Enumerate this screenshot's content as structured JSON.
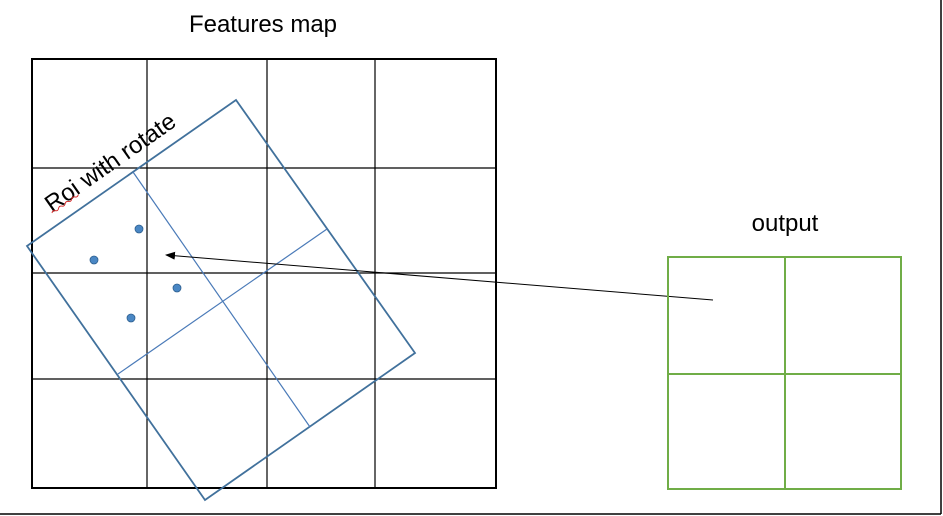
{
  "diagram": {
    "features_map": {
      "title": "Features map",
      "grid_rows": 4,
      "grid_cols": 4,
      "line_color": "#000000"
    },
    "roi": {
      "label": "Roi with rotate",
      "bins_rows": 2,
      "bins_cols": 2,
      "sample_points": 4,
      "color": "#41719c",
      "point_color": "#4a87c4"
    },
    "output": {
      "title": "output",
      "grid_rows": 2,
      "grid_cols": 2,
      "color": "#70ad47"
    },
    "arrow": {
      "from": "output",
      "to": "roi bin"
    }
  }
}
